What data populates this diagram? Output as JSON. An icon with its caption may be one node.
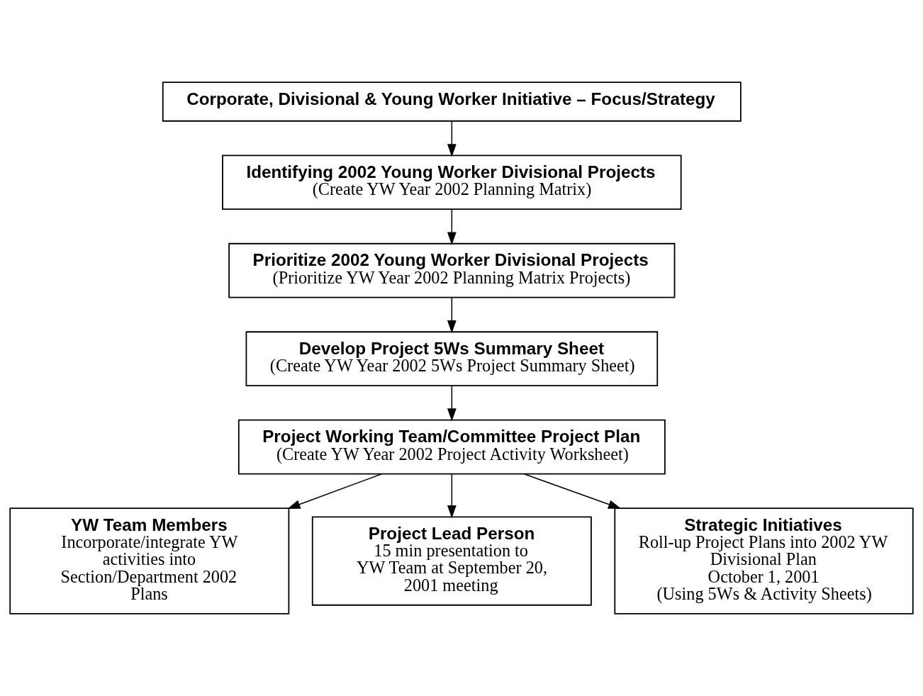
{
  "diagram": {
    "nodes": [
      {
        "text": [
          "Corporate, Divisional & Young Worker Initiative – Focus/Strategy"
        ]
      },
      {
        "text": [
          "Identifying 2002 Young Worker Divisional Projects",
          "(Create YW Year 2002 Planning Matrix)"
        ]
      },
      {
        "text": [
          "Prioritize 2002 Young Worker Divisional Projects",
          "(Prioritize YW Year 2002 Planning Matrix Projects)"
        ]
      },
      {
        "text": [
          "Develop Project 5Ws Summary Sheet",
          "(Create YW Year 2002 5Ws Project Summary Sheet)"
        ]
      },
      {
        "text": [
          "Project Working Team/Committee Project Plan",
          "(Create YW Year 2002 Project Activity Worksheet)"
        ]
      },
      {
        "text": [
          "YW Team Members",
          "Incorporate/integrate YW activities into Section/Department 2002 Plans"
        ]
      },
      {
        "text": [
          "Project Lead Person",
          "15 min presentation to YW Team at September 20, 2001 meeting"
        ]
      },
      {
        "text": [
          "Strategic Initiatives",
          "Roll-up Project Plans into 2002 YW Divisional Plan",
          "October 1, 2001",
          "(Using 5Ws & Activity Sheets)"
        ]
      }
    ],
    "edges": [
      {
        "from": 0,
        "to": 1,
        "arrow": "to"
      },
      {
        "from": 1,
        "to": 2,
        "arrow": "to"
      },
      {
        "from": 2,
        "to": 3,
        "arrow": "to"
      },
      {
        "from": 3,
        "to": 4,
        "arrow": "to"
      },
      {
        "from": 4,
        "to": 5,
        "arrow": "to"
      },
      {
        "from": 4,
        "to": 6,
        "arrow": "to"
      },
      {
        "from": 4,
        "to": 7,
        "arrow": "to"
      }
    ]
  }
}
